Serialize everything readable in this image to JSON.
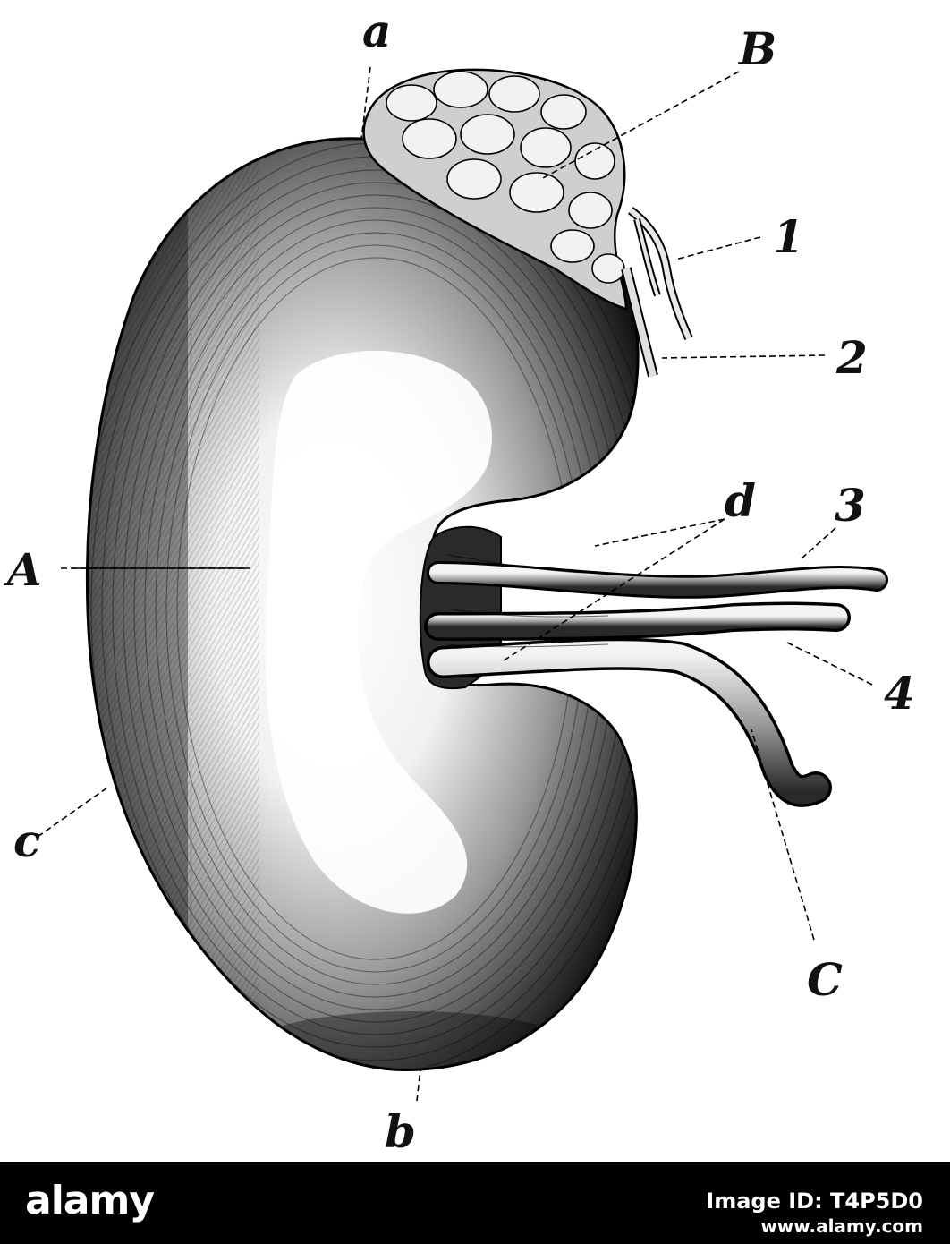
{
  "labels": {
    "a": "a",
    "B": "B",
    "one": "1",
    "two": "2",
    "three": "3",
    "d": "d",
    "A": "A",
    "four": "4",
    "c": "c",
    "C": "C",
    "b": "b"
  },
  "footer": {
    "brand": "alamy",
    "image_id": "Image ID: T4P5D0",
    "site": "www.alamy.com"
  },
  "colors": {
    "ink": "#111111",
    "footer_bg": "#000000",
    "paper": "#ffffff"
  }
}
